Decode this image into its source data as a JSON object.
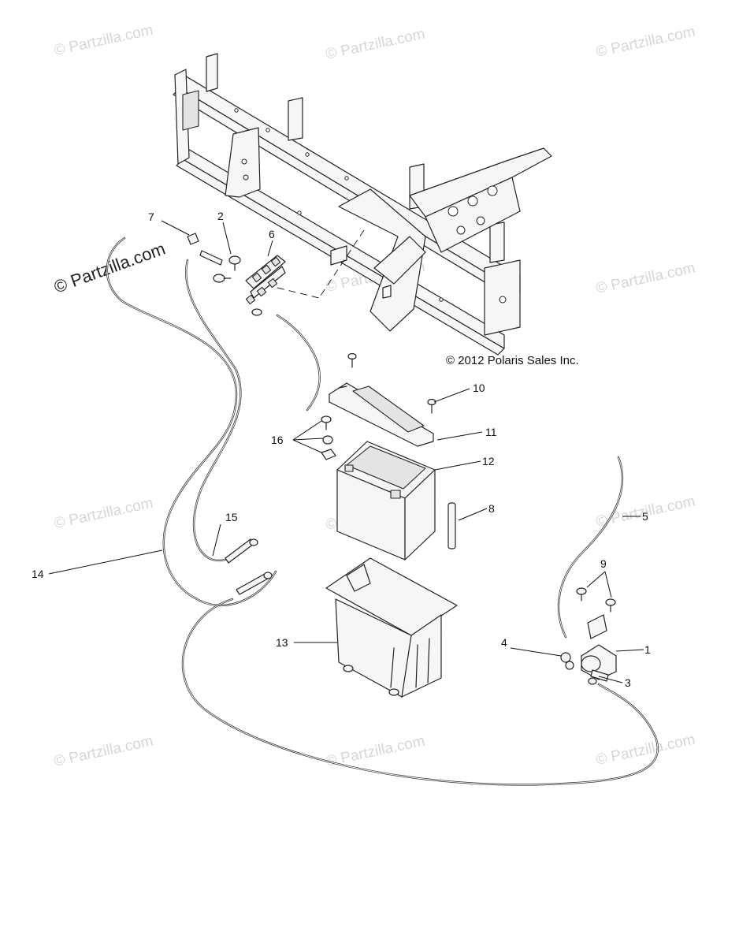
{
  "copyright": "© 2012 Polaris Sales Inc.",
  "watermark_text": "© Partzilla.com",
  "callouts": {
    "c1": "1",
    "c2": "2",
    "c3": "3",
    "c4": "4",
    "c5": "5",
    "c6": "6",
    "c7": "7",
    "c8": "8",
    "c9": "9",
    "c10": "10",
    "c11": "11",
    "c12": "12",
    "c13": "13",
    "c14": "14",
    "c15": "15",
    "c16": "16"
  }
}
